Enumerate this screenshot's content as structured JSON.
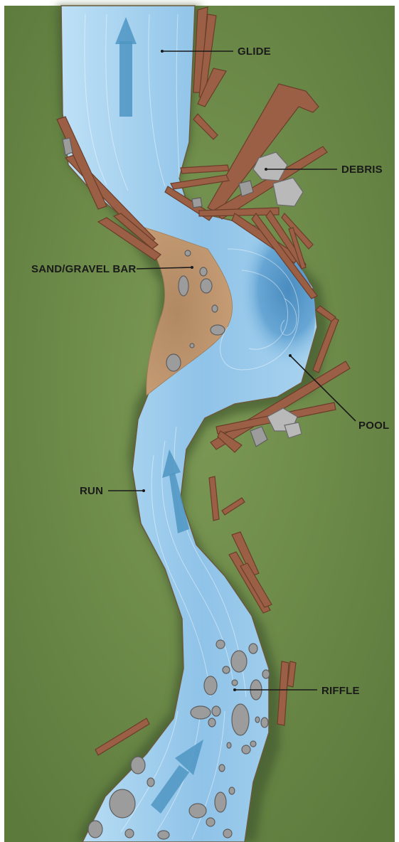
{
  "labels": {
    "glide": "GLIDE",
    "debris": "DEBRIS",
    "sand_gravel_bar": "SAND/GRAVEL BAR",
    "pool": "POOL",
    "run": "RUN",
    "riffle": "RIFFLE"
  },
  "colors": {
    "grass": "#6b8749",
    "water_light": "#a9d3ef",
    "water_deep": "#5a9bc9",
    "sand": "#b58b67",
    "wood": "#9a5f45",
    "rock": "#9c9c9c",
    "flow_arrow": "#4f95c3"
  }
}
